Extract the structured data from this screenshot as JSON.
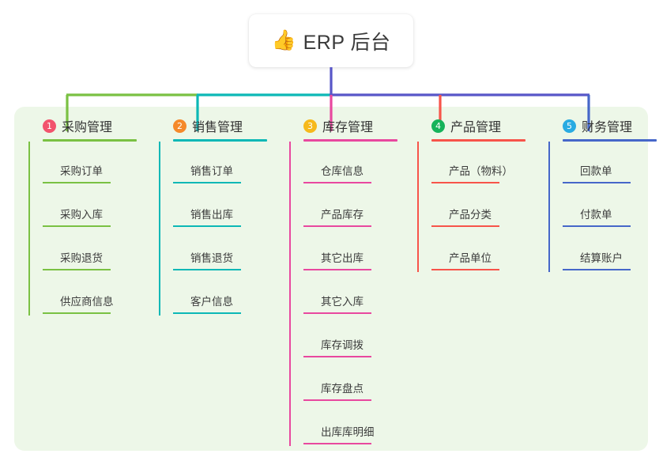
{
  "root": {
    "icon": "thumbs-up-icon",
    "icon_glyph": "👍",
    "label": "ERP 后台"
  },
  "colors": {
    "panel_bg": "#edf7e8",
    "bus_left": "#7ac143",
    "bus_mid": "#0cb8b6",
    "bus_right": "#5856c8",
    "trunk": "#5856c8"
  },
  "columns": [
    {
      "number": "1",
      "title": "采购管理",
      "badge_color": "#f2536d",
      "line_color": "#7ac143",
      "items": [
        "采购订单",
        "采购入库",
        "采购退货",
        "供应商信息"
      ]
    },
    {
      "number": "2",
      "title": "销售管理",
      "badge_color": "#f5892a",
      "line_color": "#0cb8b6",
      "items": [
        "销售订单",
        "销售出库",
        "销售退货",
        "客户信息"
      ]
    },
    {
      "number": "3",
      "title": "库存管理",
      "badge_color": "#f6b91b",
      "line_color": "#e8489f",
      "items": [
        "仓库信息",
        "产品库存",
        "其它出库",
        "其它入库",
        "库存调拨",
        "库存盘点",
        "出库库明细"
      ]
    },
    {
      "number": "4",
      "title": "产品管理",
      "badge_color": "#16b35a",
      "line_color": "#f7544a",
      "items": [
        "产品（物料）",
        "产品分类",
        "产品单位"
      ]
    },
    {
      "number": "5",
      "title": "财务管理",
      "badge_color": "#29abe2",
      "line_color": "#4667c9",
      "items": [
        "回款单",
        "付款单",
        "结算账户"
      ]
    }
  ]
}
